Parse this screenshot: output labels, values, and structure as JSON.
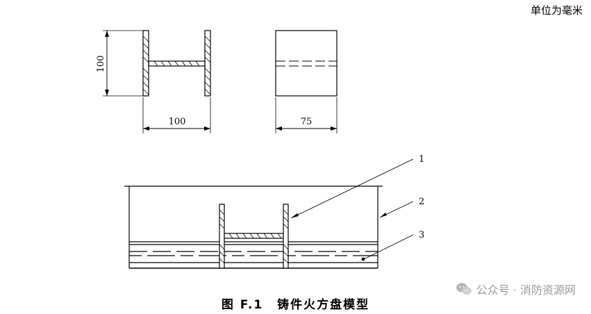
{
  "unit_note": "单位为毫米",
  "top_views": {
    "front": {
      "height_dim": "100",
      "width_dim": "100"
    },
    "side": {
      "width_dim": "75"
    }
  },
  "callouts": [
    "1",
    "2",
    "3"
  ],
  "caption": {
    "figure_no": "图 F.1",
    "title": "铸件火方盘模型"
  },
  "watermark": {
    "text": "公众号 · 消防资源网",
    "icon": "wechat-icon"
  }
}
